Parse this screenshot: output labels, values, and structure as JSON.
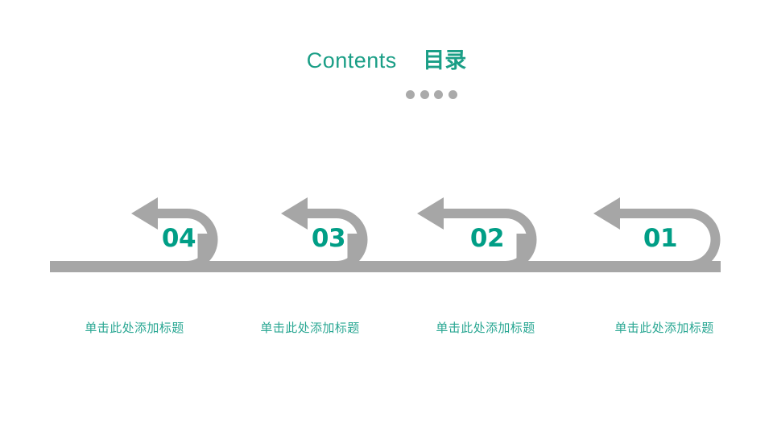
{
  "slide": {
    "background_color": "#ffffff",
    "accent_color": "#1a9e86",
    "number_color": "#009e86",
    "caption_color": "#2aa793",
    "arrow_color": "#a6a6a6",
    "dot_color": "#aaaaaa"
  },
  "heading": {
    "english": "Contents",
    "chinese": "目录"
  },
  "dots": [
    {
      "name": "dot-1"
    },
    {
      "name": "dot-2"
    },
    {
      "name": "dot-3"
    },
    {
      "name": "dot-4"
    }
  ],
  "steps": [
    {
      "number": "04",
      "caption": "单击此处添加标题"
    },
    {
      "number": "03",
      "caption": "单击此处添加标题"
    },
    {
      "number": "02",
      "caption": "单击此处添加标题"
    },
    {
      "number": "01",
      "caption": "单击此处添加标题"
    }
  ]
}
